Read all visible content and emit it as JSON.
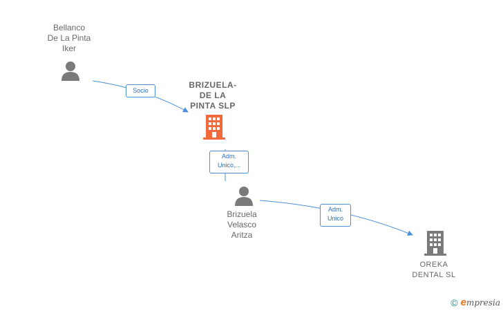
{
  "colors": {
    "person": "#7a7a7a",
    "company_main": "#f06a3c",
    "company": "#7a7a7a",
    "edge": "#4a8fd8"
  },
  "nodes": {
    "bellanco": {
      "lines": [
        "Bellanco",
        "De La Pinta",
        "Iker"
      ],
      "icon": "person-icon"
    },
    "brizuela_slp": {
      "lines": [
        "BRIZUELA-",
        "DE LA",
        "PINTA  SLP"
      ],
      "icon": "building-icon"
    },
    "brizuela_velasco": {
      "lines": [
        "Brizuela",
        "Velasco",
        "Aritza"
      ],
      "icon": "person-icon"
    },
    "oreka": {
      "lines": [
        "OREKA",
        "DENTAL  SL"
      ],
      "icon": "building-icon"
    }
  },
  "edges": {
    "socio": {
      "lines": [
        "Socio"
      ]
    },
    "adm1": {
      "lines": [
        "Adm.",
        "Unico,..."
      ]
    },
    "adm2": {
      "lines": [
        "Adm.",
        "Unico"
      ]
    }
  },
  "footer": {
    "copyright": "©",
    "brand_initial": "e",
    "brand_rest": "mpresia"
  }
}
